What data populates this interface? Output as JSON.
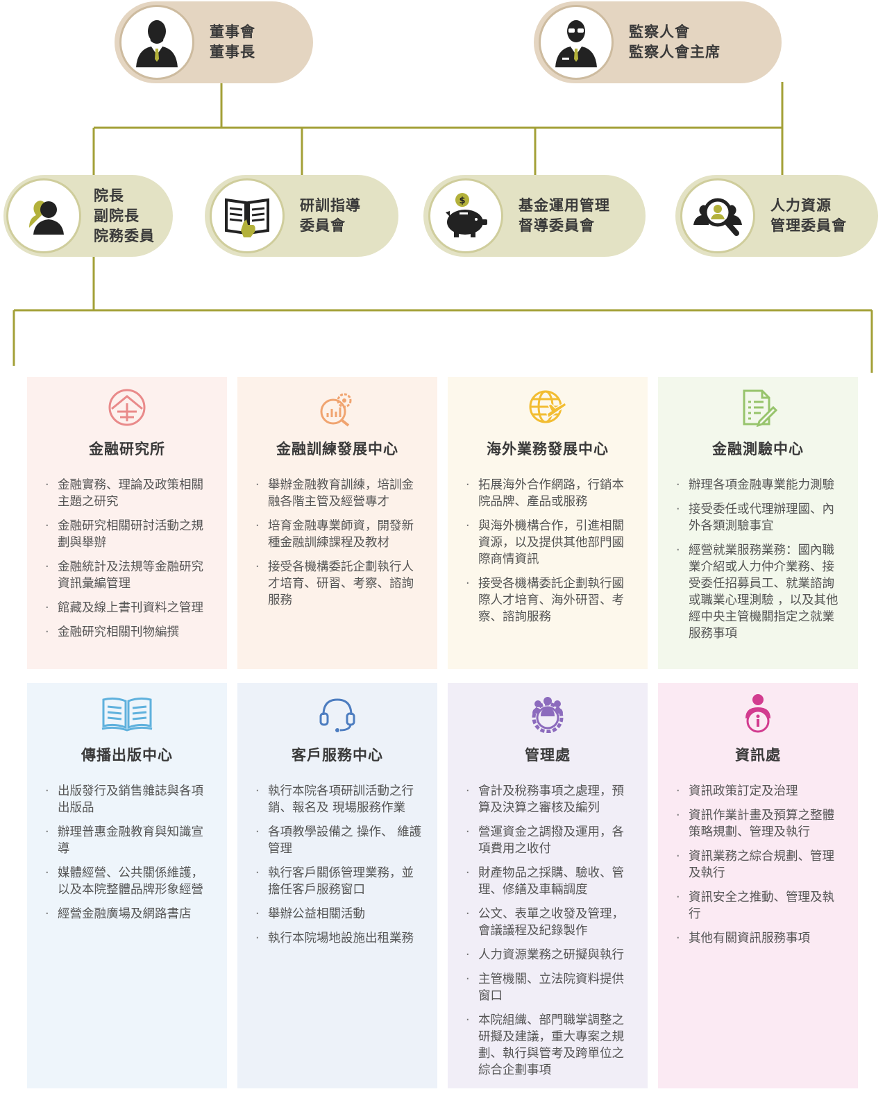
{
  "colors": {
    "line": "#a3a037",
    "pill_top": "#e4d5c1",
    "pill_mid": "#e3e2c4"
  },
  "top_nodes": [
    {
      "id": "board",
      "icon": "businessman-icon",
      "lines": [
        "董事會",
        "董事長"
      ]
    },
    {
      "id": "supervisors",
      "icon": "businessman-glasses-icon",
      "lines": [
        "監察人會",
        "監察人會主席"
      ]
    }
  ],
  "mid_nodes": [
    {
      "id": "president",
      "icon": "people-icon",
      "lines": [
        "院長",
        "副院長",
        "院務委員"
      ]
    },
    {
      "id": "research-committee",
      "icon": "book-hand-icon",
      "lines": [
        "研訓指導",
        "委員會"
      ]
    },
    {
      "id": "fund-committee",
      "icon": "piggy-bank-icon",
      "lines": [
        "基金運用管理",
        "督導委員會"
      ]
    },
    {
      "id": "hr-committee",
      "icon": "magnifier-person-icon",
      "lines": [
        "人力資源",
        "管理委員會"
      ]
    }
  ],
  "departments": [
    {
      "title": "金融研究所",
      "icon": "institute-logo-icon",
      "bg": "#fdf1ee",
      "icon_color": "#e98a8a",
      "items": [
        "金融實務、理論及政策相關主題之研究",
        "金融研究相關研討活動之規劃與舉辦",
        "金融統計及法規等金融研究資訊彙編管理",
        "館藏及線上書刊資料之管理",
        "金融研究相關刊物編撰"
      ]
    },
    {
      "title": "金融訓練發展中心",
      "icon": "gear-chart-icon",
      "bg": "#fdf2ea",
      "icon_color": "#f0a470",
      "items": [
        "舉辦金融教育訓練，培訓金融各階主管及經營專才",
        "培育金融專業師資，開發新種金融訓練課程及教材",
        "接受各機構委託企劃執行人才培育、研習、考察、諮詢服務"
      ]
    },
    {
      "title": "海外業務發展中心",
      "icon": "globe-plane-icon",
      "bg": "#fdf8ec",
      "icon_color": "#f2bd32",
      "items": [
        "拓展海外合作網路，行銷本院品牌、產品或服務",
        "與海外機構合作，引進相關資源，以及提供其他部門國際商情資訊",
        "接受各機構委託企劃執行國際人才培育、海外研習、考察、諮詢服務"
      ]
    },
    {
      "title": "金融測驗中心",
      "icon": "checklist-pen-icon",
      "bg": "#f3f8ec",
      "icon_color": "#97c46c",
      "items": [
        "辦理各項金融專業能力測驗",
        "接受委任或代理辦理國、內外各類測驗事宜",
        "經營就業服務業務：國內職業介紹或人力仲介業務、接受委任招募員工、就業諮詢或職業心理測驗 ，以及其他經中央主管機關指定之就業服務事項"
      ]
    },
    {
      "title": "傳播出版中心",
      "icon": "open-book-icon",
      "bg": "#eef5fb",
      "icon_color": "#5fb1dd",
      "items": [
        "出版發行及銷售雜誌與各項出版品",
        "辦理普惠金融教育與知識宣導",
        "媒體經營、公共關係維護，以及本院整體品牌形象經營",
        "經營金融廣場及網路書店"
      ]
    },
    {
      "title": "客戶服務中心",
      "icon": "headset-icon",
      "bg": "#edf2f9",
      "icon_color": "#4d7dc0",
      "items": [
        "執行本院各項研訓活動之行銷、報名及 現場服務作業",
        "各項教學設備之 操作、 維護管理",
        "執行客戶關係管理業務，並擔任客戶服務窗口",
        "舉辦公益相關活動",
        "執行本院場地設施出租業務"
      ]
    },
    {
      "title": "管理處",
      "icon": "team-gear-icon",
      "bg": "#f1eef7",
      "icon_color": "#8c6bbd",
      "items": [
        "會計及稅務事項之處理，預算及決算之審核及編列",
        "營運資金之調撥及運用，各項費用之收付",
        "財產物品之採購、驗收、管理、修繕及車輛調度",
        "公文、表單之收發及管理，會議議程及紀錄製作",
        "人力資源業務之研擬與執行",
        "主管機關、立法院資料提供窗口",
        "本院組織、部門職掌調整之研擬及建議，重大專案之規劃、執行與管考及跨單位之綜合企劃事項"
      ]
    },
    {
      "title": "資訊處",
      "icon": "person-info-icon",
      "bg": "#fbeaf3",
      "icon_color": "#d23c8f",
      "items": [
        "資訊政策訂定及治理",
        "資訊作業計畫及預算之整體策略規劃、管理及執行",
        "資訊業務之綜合規劃、管理及執行",
        "資訊安全之推動、管理及執行",
        "其他有關資訊服務事項"
      ]
    }
  ]
}
